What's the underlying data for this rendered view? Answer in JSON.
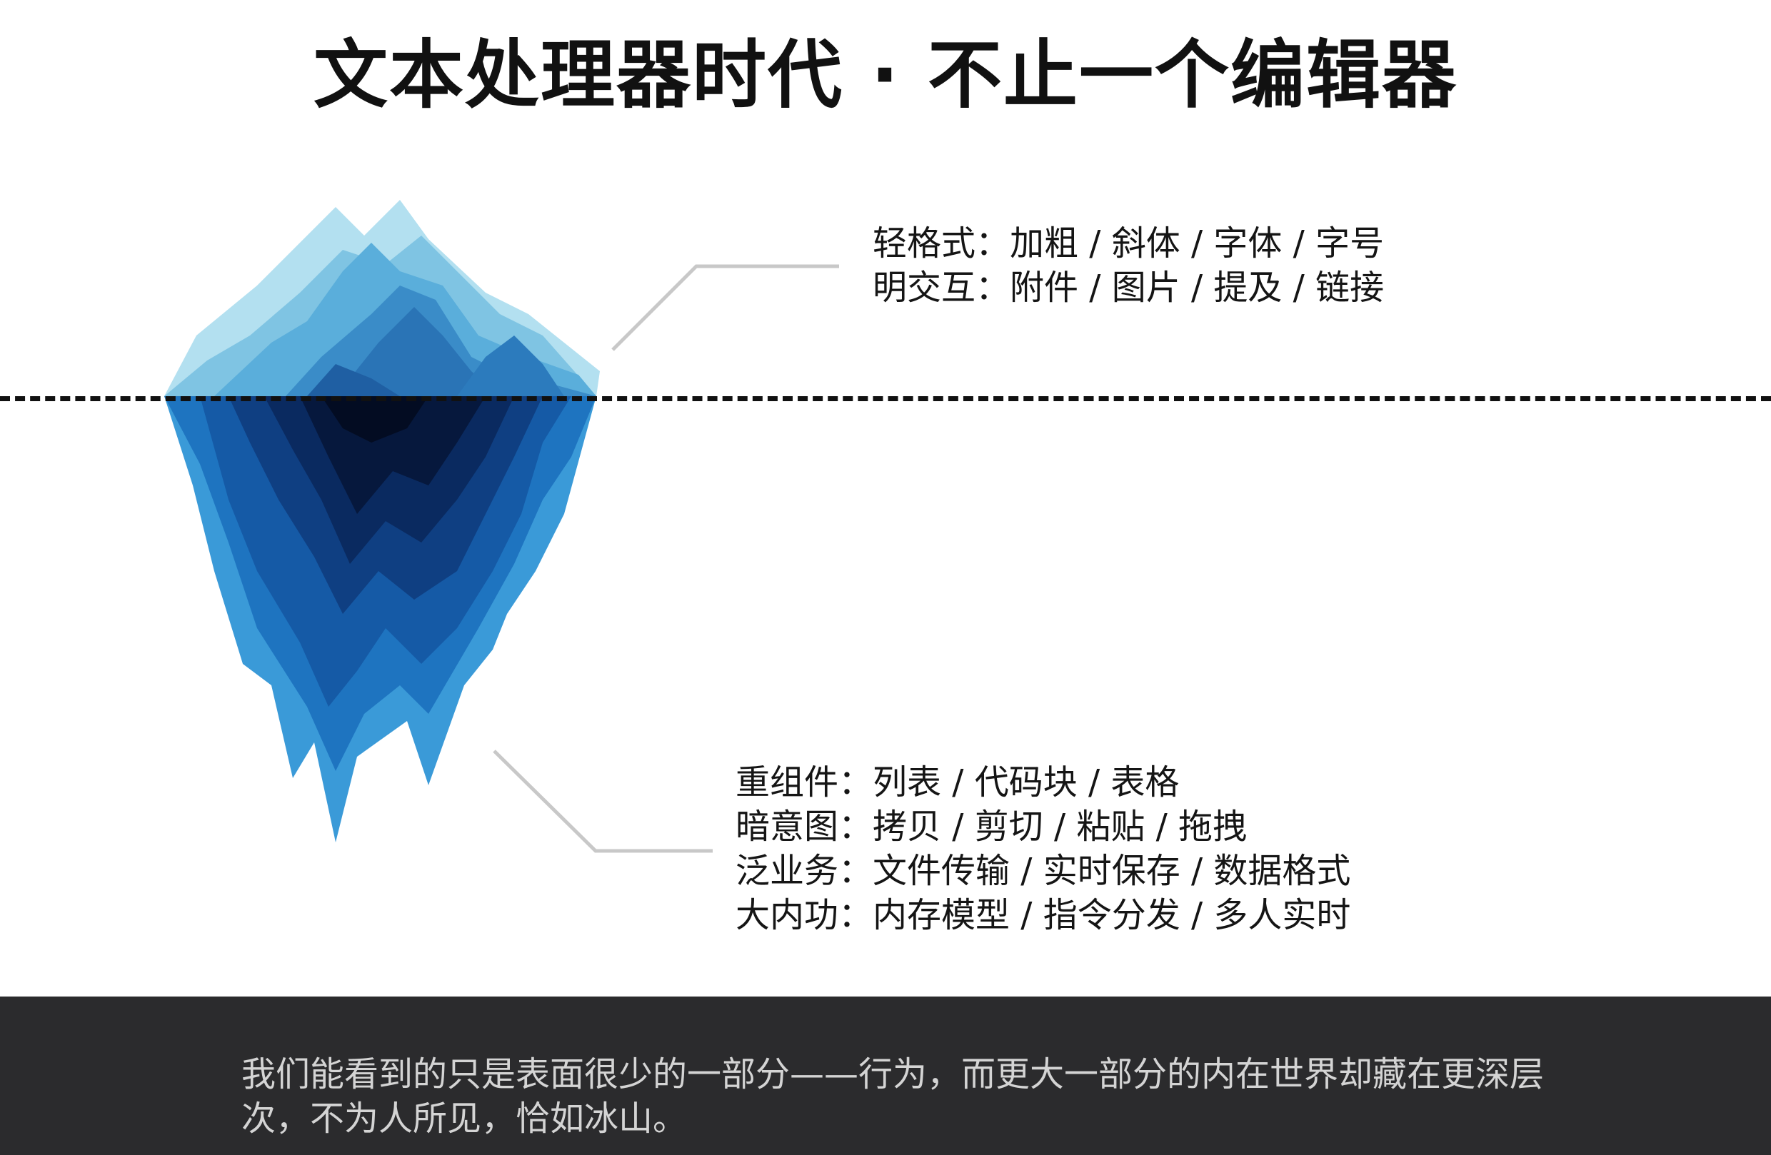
{
  "title": "文本处理器时代 · 不止一个编辑器",
  "above_water": [
    {
      "term": "轻格式",
      "items": "加粗 / 斜体 / 字体 / 字号"
    },
    {
      "term": "明交互",
      "items": "附件 / 图片 / 提及 / 链接"
    }
  ],
  "below_water": [
    {
      "term": "重组件",
      "items": "列表 / 代码块 / 表格"
    },
    {
      "term": "暗意图",
      "items": "拷贝 / 剪切 / 粘贴 / 拖拽"
    },
    {
      "term": "泛业务",
      "items": "文件传输 / 实时保存 / 数据格式"
    },
    {
      "term": "大内功",
      "items": "内存模型 / 指令分发 / 多人实时"
    }
  ],
  "separator": "：",
  "footer_text": "我们能看到的只是表面很少的一部分——行为，而更大一部分的内在世界却藏在更深层次，不为人所见，恰如冰山。",
  "colors": {
    "ice_light": "#a9dcee",
    "ice_mid": "#4fa6d6",
    "ice_deep": "#1565b0",
    "ice_dark": "#0a1d4a",
    "footer_bg": "#2b2b2d"
  }
}
